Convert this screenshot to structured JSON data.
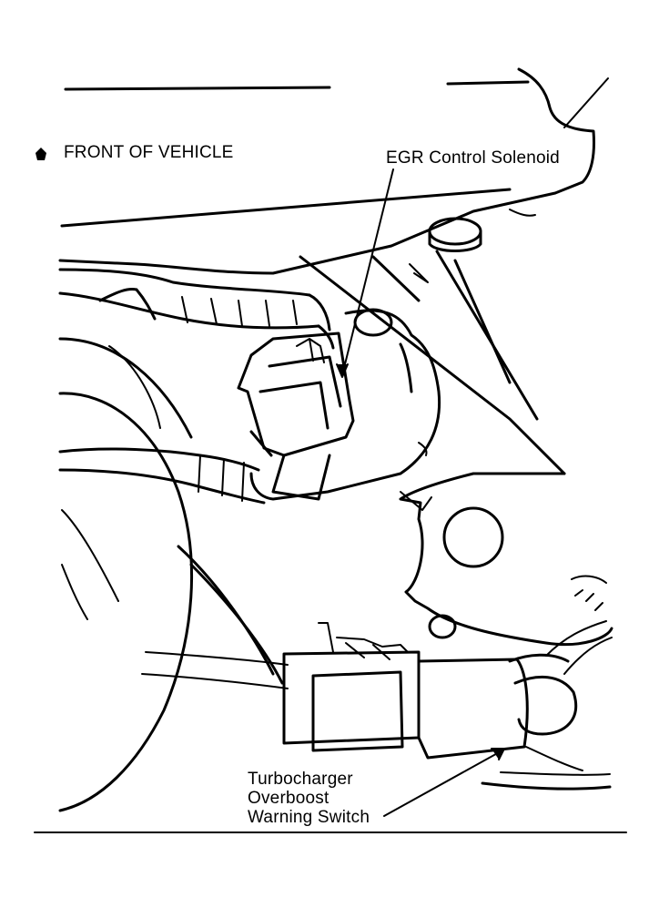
{
  "figure": {
    "orientation_label": "FRONT OF VEHICLE",
    "orientation_icon": "front-arrow-icon",
    "callouts": {
      "egr": "EGR Control Solenoid",
      "turbo_line1": "Turbocharger",
      "turbo_line2": "Overboost",
      "turbo_line3": "Warning Switch"
    },
    "colors": {
      "ink": "#000000",
      "paper": "#ffffff"
    }
  }
}
